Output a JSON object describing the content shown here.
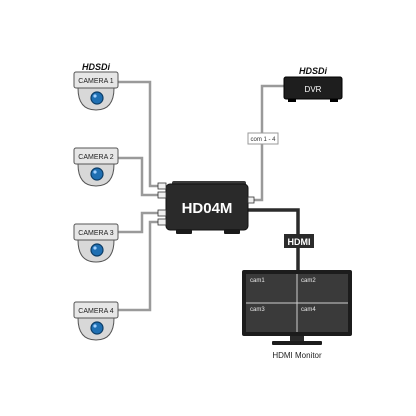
{
  "diagram": {
    "brand_left": "HDSDi",
    "brand_right": "HDSDi",
    "cameras": [
      {
        "label": "CAMERA 1"
      },
      {
        "label": "CAMERA 2"
      },
      {
        "label": "CAMERA 3"
      },
      {
        "label": "CAMERA 4"
      }
    ],
    "dvr_label": "DVR",
    "cable_tag": "com 1 - 4",
    "device_label": "HD04M",
    "hdmi_tag": "HDMI",
    "monitor": {
      "quadrants": [
        "cam1",
        "cam2",
        "cam3",
        "cam4"
      ],
      "caption": "HDMI Monitor"
    },
    "colors": {
      "cable_gray": "#9a9a9a",
      "hdmi_cable": "#2b2b2b",
      "device_body": "#2a2a2a",
      "camera_lens": "#1f6fb2",
      "monitor_screen": "#3a3a3a"
    }
  }
}
